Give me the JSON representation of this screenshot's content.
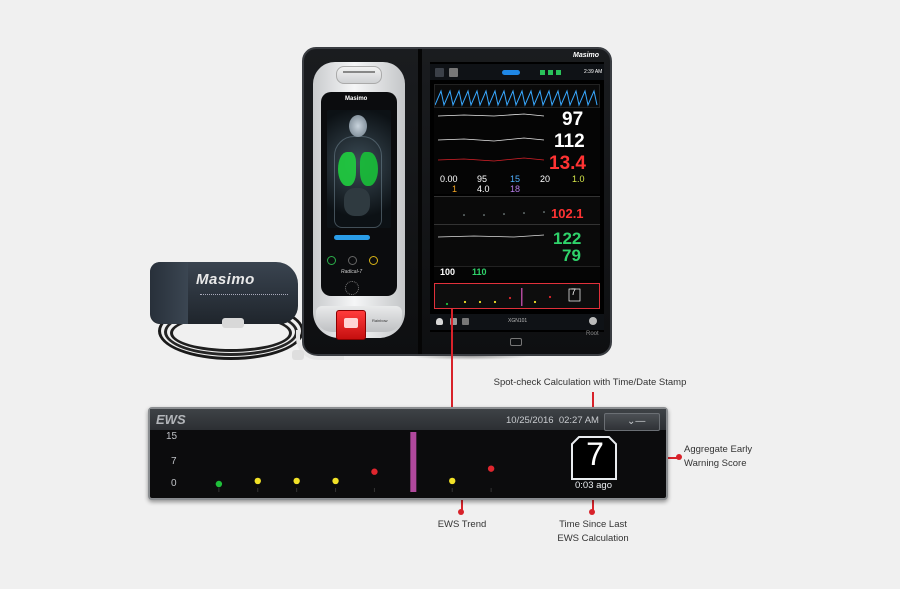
{
  "cuff": {
    "brand": "Masimo"
  },
  "handheld": {
    "logo": "Masimo",
    "model": "Radical-7",
    "port_label": "Rainbow"
  },
  "monitor": {
    "brand": "Masimo",
    "time": "2:39 AM",
    "vitals": {
      "spo2": "97",
      "pr": "112",
      "rr": "13.4",
      "pi": "0.00",
      "sphb": "95",
      "sphb_u": "15",
      "sp_oc": "20",
      "pvi": "1.0",
      "met": "1",
      "sp_co": "4.0",
      "other": "18",
      "temp": "102.1",
      "sys": "122",
      "dia": "79",
      "map": "100",
      "map2": "110"
    },
    "mini_ews_score": "7",
    "bottom_label": "XGN101",
    "root_label": "Root"
  },
  "callouts": {
    "spot_check": "Spot-check Calculation with Time/Date Stamp",
    "aggregate_line1": "Aggregate Early",
    "aggregate_line2": "Warning Score",
    "trend": "EWS Trend",
    "time_since_line1": "Time Since Last",
    "time_since_line2": "EWS Calculation"
  },
  "ews": {
    "title": "EWS",
    "date": "10/25/2016",
    "time": "02:27 AM",
    "y_ticks": [
      "15",
      "7",
      "0"
    ],
    "score": "7",
    "since": "0:03 ago",
    "colors": {
      "accent": "#d8222a",
      "marker": "#b0489c",
      "green": "#1fbf3a",
      "yellow": "#f2e227",
      "red": "#e0262e"
    }
  },
  "chart_data": {
    "type": "scatter",
    "title": "EWS",
    "ylim": [
      0,
      15
    ],
    "y_ticks": [
      0,
      7,
      15
    ],
    "points": [
      {
        "x": 1,
        "y": 0,
        "color": "green"
      },
      {
        "x": 2,
        "y": 1,
        "color": "yellow"
      },
      {
        "x": 3,
        "y": 1,
        "color": "yellow"
      },
      {
        "x": 4,
        "y": 1,
        "color": "yellow"
      },
      {
        "x": 5,
        "y": 4,
        "color": "red"
      },
      {
        "x": 7,
        "y": 1,
        "color": "yellow"
      },
      {
        "x": 8,
        "y": 5,
        "color": "red"
      }
    ],
    "marker_x": 6,
    "xlim": [
      0,
      9
    ],
    "grid": false
  }
}
